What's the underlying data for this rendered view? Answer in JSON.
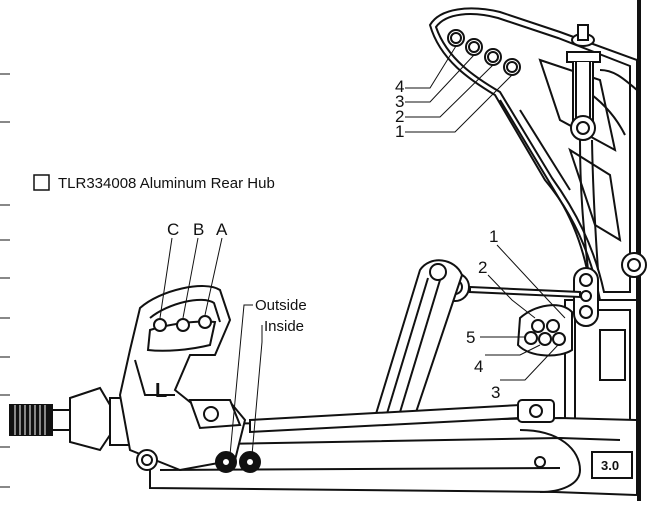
{
  "checklist": {
    "checked": false,
    "label": "TLR334008 Aluminum Rear Hub"
  },
  "shock_tower_labels": [
    "4",
    "3",
    "2",
    "1"
  ],
  "hub_labels": [
    "C",
    "B",
    "A"
  ],
  "hub_side_labels": {
    "outside": "Outside",
    "inside": "Inside"
  },
  "mount_labels": [
    "1",
    "2",
    "5",
    "4",
    "3"
  ],
  "hub_marking": "L",
  "badge_text": "3.0"
}
